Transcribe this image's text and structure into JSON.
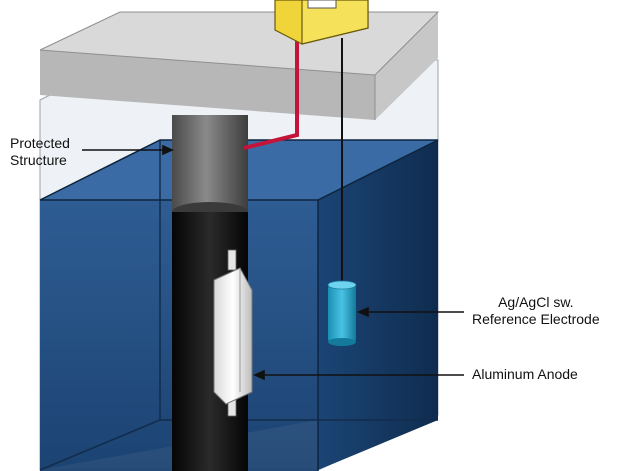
{
  "labels": {
    "protected_structure": [
      "Protected",
      "Structure"
    ],
    "reference_electrode": [
      "Ag/AgCl sw.",
      "Reference Electrode"
    ],
    "aluminum_anode": "Aluminum Anode"
  },
  "colors": {
    "platform_top": "#dcdcdc",
    "platform_front": "#b9b9b9",
    "platform_side": "#c8c8c8",
    "tank_back_wall": "#e9edf2",
    "water_front": "#1e4b80",
    "water_surface": "#2f5d94",
    "water_right": "#15375f",
    "pile_above_water": "#7c7c7c",
    "pile_in_water": "#111111",
    "anode": "#f2f2f2",
    "reference_electrode": "#2aa3c9",
    "meter": "#f2e04a",
    "lead_wire_red": "#c4143a",
    "lead_wire_black": "#111111",
    "leader_lines": "#111111"
  },
  "icons": {
    "meter": "voltmeter-box-icon",
    "electrode": "reference-electrode-icon",
    "anode": "sacrificial-anode-icon"
  }
}
